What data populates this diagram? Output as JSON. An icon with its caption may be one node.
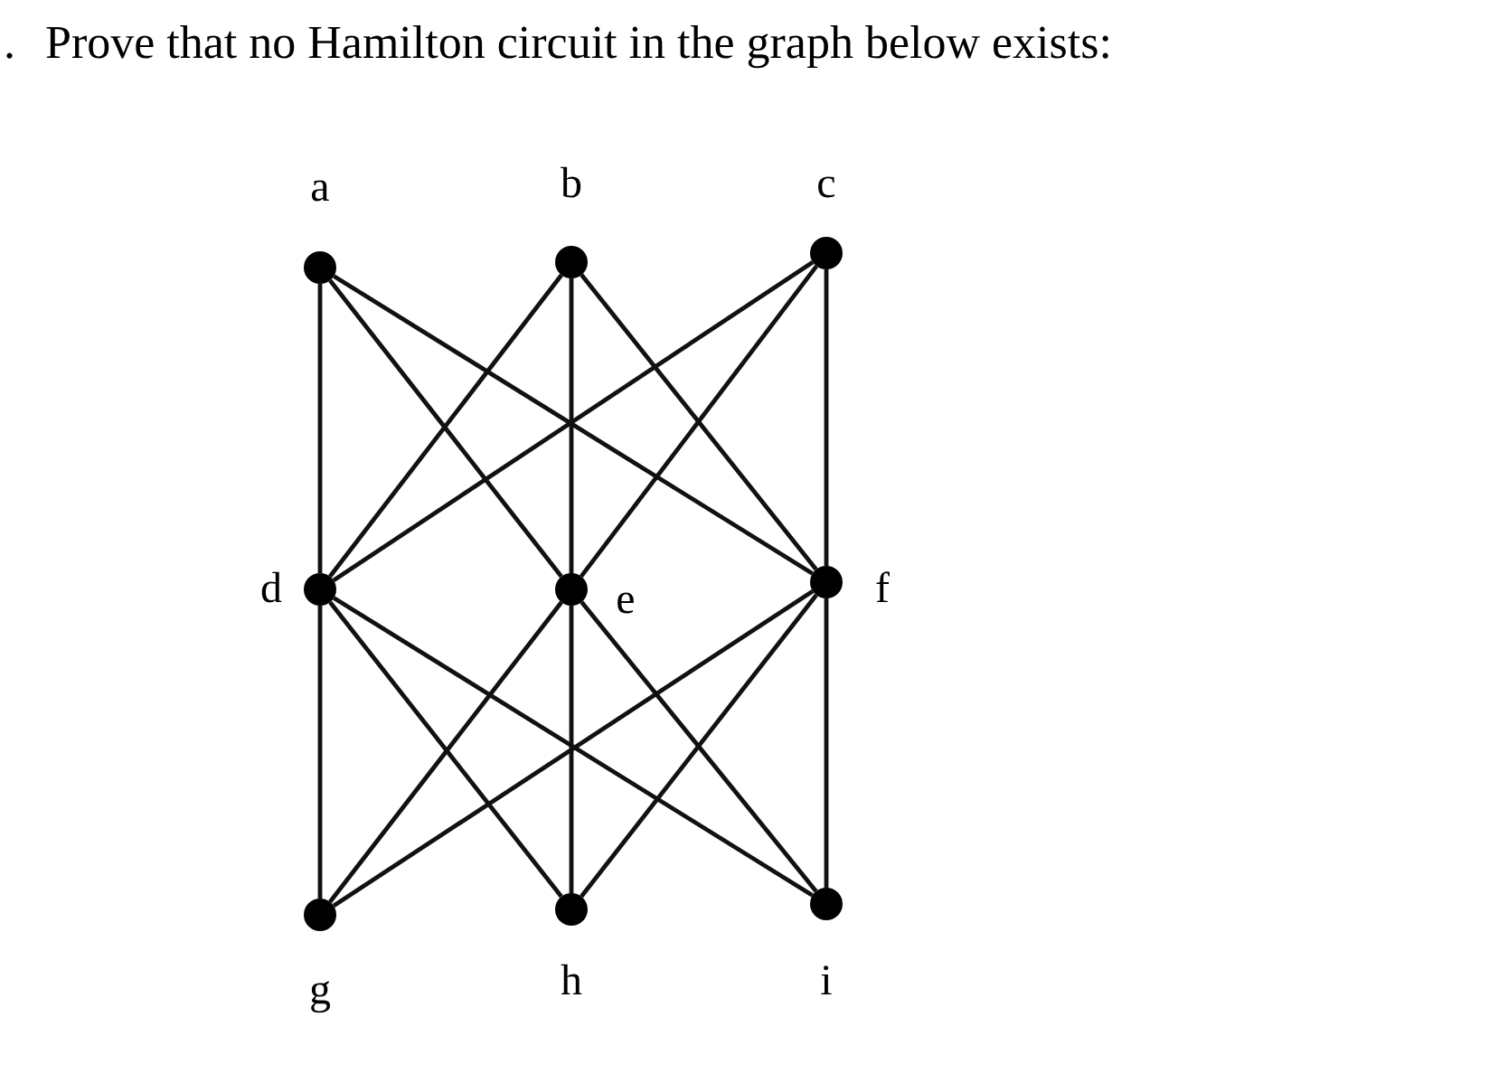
{
  "diagram": {
    "title": "Prove that no Hamilton circuit in the graph below exists:",
    "nodes": [
      {
        "text": [],
        "shape": "circle",
        "beside": [
          "a"
        ]
      },
      {
        "text": [],
        "shape": "circle",
        "beside": [
          "b"
        ]
      },
      {
        "text": [],
        "shape": "circle",
        "beside": [
          "c"
        ]
      },
      {
        "text": [],
        "shape": "circle",
        "beside": [
          "d"
        ]
      },
      {
        "text": [],
        "shape": "circle",
        "beside": [
          "e"
        ]
      },
      {
        "text": [],
        "shape": "circle",
        "beside": [
          "f"
        ]
      },
      {
        "text": [],
        "shape": "circle",
        "beside": [
          "g"
        ]
      },
      {
        "text": [],
        "shape": "circle",
        "beside": [
          "h"
        ]
      },
      {
        "text": [],
        "shape": "circle",
        "beside": [
          "i"
        ]
      }
    ],
    "edges": [
      {
        "from": 0,
        "to": 3,
        "arrow": "none"
      },
      {
        "from": 0,
        "to": 4,
        "arrow": "none"
      },
      {
        "from": 0,
        "to": 5,
        "arrow": "none"
      },
      {
        "from": 1,
        "to": 3,
        "arrow": "none"
      },
      {
        "from": 1,
        "to": 4,
        "arrow": "none"
      },
      {
        "from": 1,
        "to": 5,
        "arrow": "none"
      },
      {
        "from": 2,
        "to": 3,
        "arrow": "none"
      },
      {
        "from": 2,
        "to": 4,
        "arrow": "none"
      },
      {
        "from": 2,
        "to": 5,
        "arrow": "none"
      },
      {
        "from": 3,
        "to": 6,
        "arrow": "none"
      },
      {
        "from": 3,
        "to": 7,
        "arrow": "none"
      },
      {
        "from": 3,
        "to": 8,
        "arrow": "none"
      },
      {
        "from": 4,
        "to": 6,
        "arrow": "none"
      },
      {
        "from": 4,
        "to": 7,
        "arrow": "none"
      },
      {
        "from": 4,
        "to": 8,
        "arrow": "none"
      },
      {
        "from": 5,
        "to": 6,
        "arrow": "none"
      },
      {
        "from": 5,
        "to": 7,
        "arrow": "none"
      },
      {
        "from": 5,
        "to": 8,
        "arrow": "none"
      }
    ],
    "labels": [
      "."
    ]
  }
}
